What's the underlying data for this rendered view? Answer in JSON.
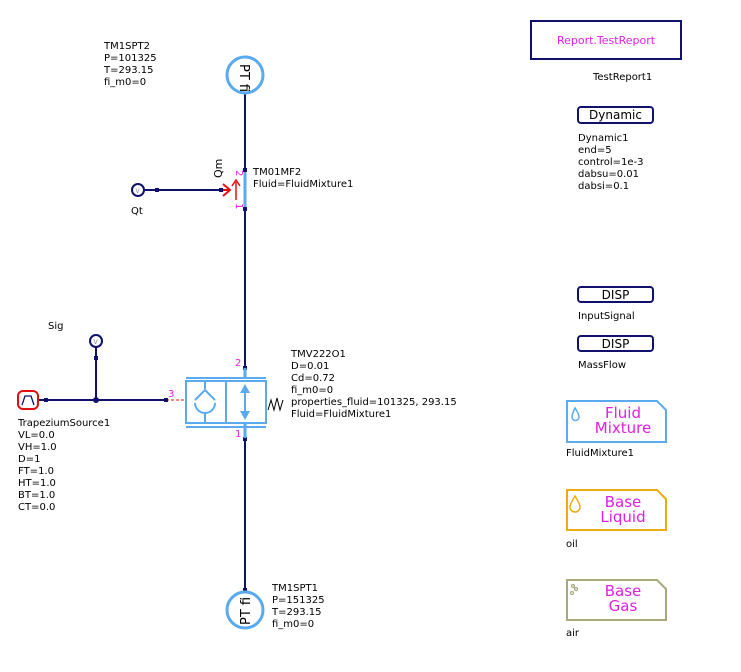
{
  "colors": {
    "wire": "#10106e",
    "component": "#5aaaf0",
    "port_label": "#e020e0",
    "signal": "#e01010",
    "liquid": "#f0aa10",
    "gas": "#a8a87c"
  },
  "components": {
    "pt_top": {
      "symbol": "PT fi",
      "name": "TM1SPT2",
      "params": [
        "P=101325",
        "T=293.15",
        "fi_m0=0"
      ]
    },
    "mass_flow_sensor": {
      "name": "TM01MF2",
      "params": [
        "Fluid=FluidMixture1"
      ],
      "output_label": "Qm",
      "port_top": "2",
      "port_bottom": "1"
    },
    "qt_node": {
      "symbol": "V",
      "name": "Qt"
    },
    "sig_node": {
      "symbol": "V",
      "name": "Sig"
    },
    "valve": {
      "name": "TMV222O1",
      "params": [
        "D=0.01",
        "Cd=0.72",
        "fi_m0=0",
        "properties_fluid=101325, 293.15",
        "Fluid=FluidMixture1"
      ],
      "port_top": "2",
      "port_bottom": "1",
      "port_control": "3"
    },
    "trapezium_source": {
      "name": "TrapeziumSource1",
      "params": [
        "VL=0.0",
        "VH=1.0",
        "D=1",
        "FT=1.0",
        "HT=1.0",
        "BT=1.0",
        "CT=0.0"
      ]
    },
    "pt_bottom": {
      "symbol": "PT fi",
      "name": "TM1SPT1",
      "params": [
        "P=151325",
        "T=293.15",
        "fi_m0=0"
      ]
    },
    "report": {
      "label": "Report.TestReport",
      "name": "TestReport1"
    },
    "dynamic": {
      "label": "Dynamic",
      "name": "Dynamic1",
      "params": [
        "end=5",
        "control=1e-3",
        "dabsu=0.01",
        "dabsi=0.1"
      ]
    },
    "disp_input": {
      "label": "DISP",
      "name": "InputSignal"
    },
    "disp_mass": {
      "label": "DISP",
      "name": "MassFlow"
    },
    "fluid_mixture": {
      "line1": "Fluid",
      "line2": "Mixture",
      "name": "FluidMixture1",
      "icon": "droplet-bubbles-icon"
    },
    "base_liquid": {
      "line1": "Base",
      "line2": "Liquid",
      "name": "oil",
      "icon": "droplet-icon"
    },
    "base_gas": {
      "line1": "Base",
      "line2": "Gas",
      "name": "air",
      "icon": "gas-bubbles-icon"
    }
  }
}
